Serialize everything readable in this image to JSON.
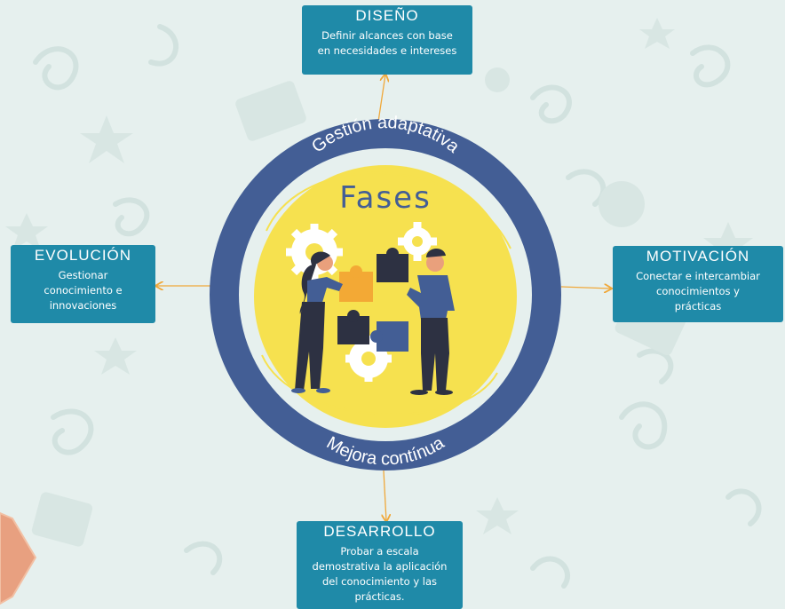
{
  "center": {
    "title": "Fases",
    "arc_top": "Gestión adaptativa",
    "arc_bottom": "Mejora contínua"
  },
  "phases": {
    "diseno": {
      "title": "DISEÑO",
      "desc_1": "Definir alcances con base",
      "desc_2": "en necesidades e intereses"
    },
    "evolucion": {
      "title": "EVOLUCIÓN",
      "desc_1": "Gestionar",
      "desc_2": "conocimiento e",
      "desc_3": "innovaciones"
    },
    "motivacion": {
      "title": "MOTIVACIÓN",
      "desc_1": "Conectar e intercambiar",
      "desc_2": "conocimientos y",
      "desc_3": "prácticas"
    },
    "desarrollo": {
      "title": "DESARROLLO",
      "desc_1": "Probar a escala",
      "desc_2": "demostrativa la aplicación",
      "desc_3": "del conocimiento y las",
      "desc_4": "prácticas."
    }
  },
  "colors": {
    "background": "#e6f0ee",
    "box": "#1f8aa8",
    "ring": "#435e95",
    "inner": "#f6e14f",
    "arrow": "#f0a83a",
    "accent": "#e8a080"
  },
  "icons": [
    "puzzle-illustration-icon",
    "gear-icon",
    "woman-figure-icon",
    "man-figure-icon"
  ]
}
